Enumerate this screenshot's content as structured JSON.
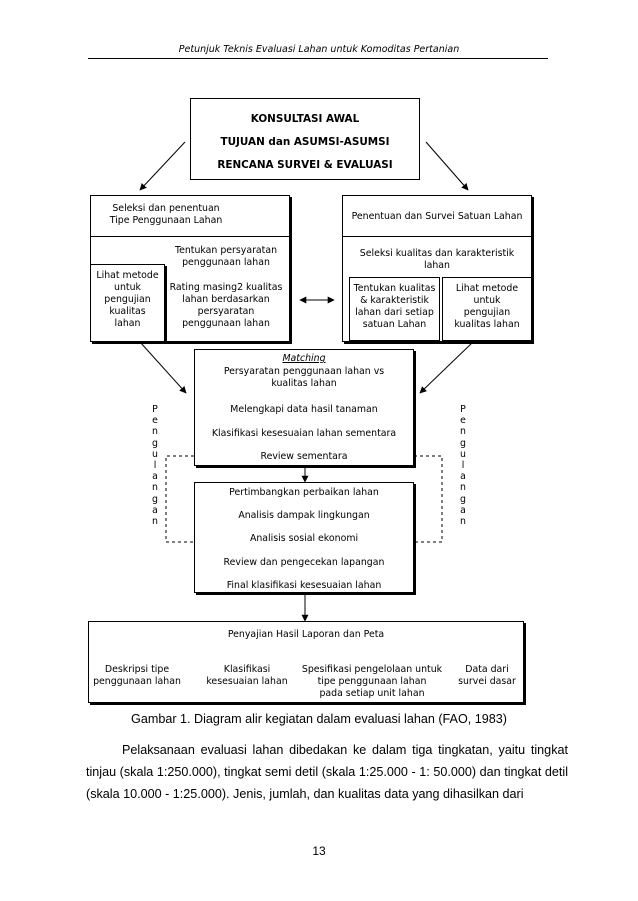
{
  "header": {
    "running_title": "Petunjuk Teknis Evaluasi Lahan untuk Komoditas Pertanian"
  },
  "diagram": {
    "top_box": {
      "line1": "KONSULTASI AWAL",
      "line2": "TUJUAN dan ASUMSI-ASUMSI",
      "line3": "RENCANA SURVEI & EVALUASI"
    },
    "left_panel": {
      "title": "Seleksi dan penentuan\nTipe Penggunaan Lahan",
      "requirements": "Tentukan persyaratan\npenggunaan lahan",
      "rating": "Rating masing2 kualitas\nlahan berdasarkan\npersyaratan\npenggunaan lahan",
      "methods_box": "Lihat metode\nuntuk\npengujian\nkualitas\nlahan"
    },
    "right_panel": {
      "title": "Penentuan dan Survei Satuan Lahan",
      "selection": "Seleksi kualitas dan karakteristik\nlahan",
      "determine_box": "Tentukan kualitas\n& karakteristik\nlahan dari setiap\nsatuan Lahan",
      "methods_box": "Lihat  metode\nuntuk\npengujian\nkualitas lahan"
    },
    "matching_box": {
      "heading": "Matching",
      "compare": "Persyaratan penggunaan lahan vs\nkualitas lahan",
      "step1": "Melengkapi data hasil tanaman",
      "step2": "Klasifikasi kesesuaian lahan sementara",
      "step3": "Review sementara"
    },
    "analysis_box": {
      "step1": "Pertimbangkan perbaikan lahan",
      "step2": "Analisis dampak lingkungan",
      "step3": "Analisis sosial ekonomi",
      "step4": "Review dan pengecekan lapangan",
      "step5": "Final klasifikasi kesesuaian lahan"
    },
    "output_box": {
      "title": "Penyajian Hasil Laporan dan Peta",
      "item1": "Deskripsi tipe\npenggunaan lahan",
      "item2": "Klasifikasi\nkesesuaian lahan",
      "item3": "Spesifikasi pengelolaan untuk\ntipe penggunaan lahan\npada setiap unit lahan",
      "item4": "Data dari\nsurvei dasar"
    },
    "repeat_label": "Pengulangan"
  },
  "caption": "Gambar 1. Diagram alir kegiatan dalam evaluasi lahan (FAO, 1983)",
  "paragraph": "Pelaksanaan evaluasi lahan dibedakan ke dalam tiga tingkatan, yaitu tingkat tinjau (skala 1:250.000), tingkat semi detil (skala 1:25.000 - 1: 50.000) dan tingkat detil (skala 10.000 - 1:25.000).  Jenis, jumlah, dan kualitas data yang dihasilkan dari",
  "page_number": "13"
}
